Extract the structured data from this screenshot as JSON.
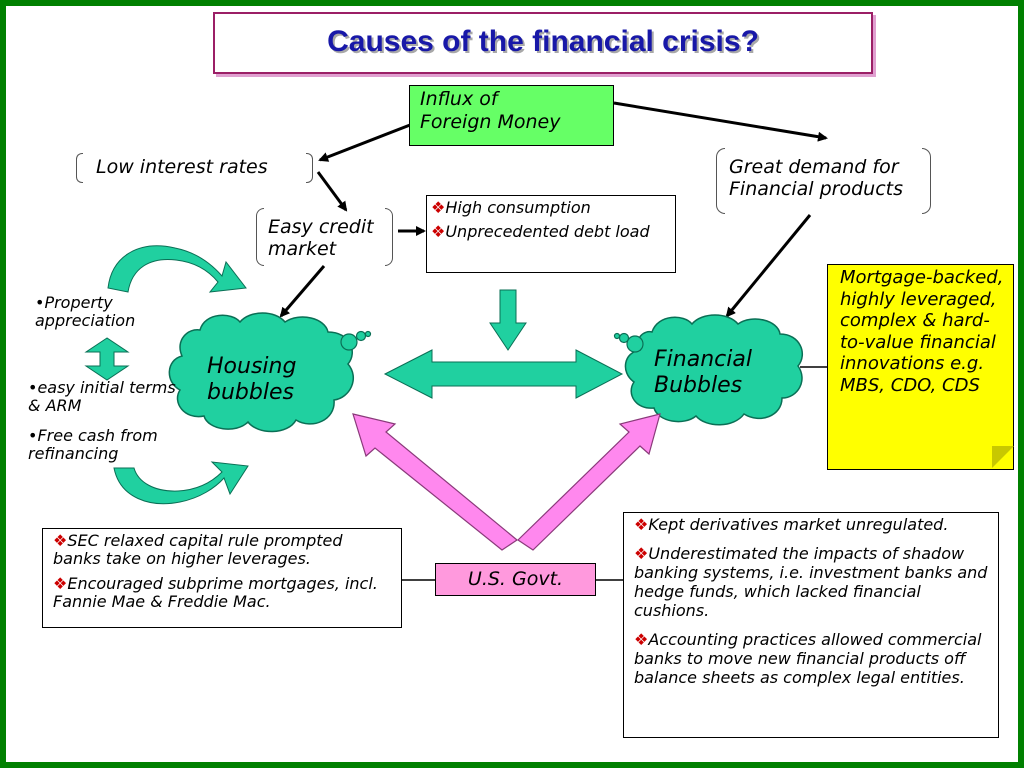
{
  "title": "Causes of the financial crisis?",
  "nodes": {
    "influx": {
      "line1": "Influx of",
      "line2": "Foreign Money"
    },
    "low_interest": "Low interest rates",
    "easy_credit": {
      "line1": "Easy credit",
      "line2": "market"
    },
    "great_demand": {
      "line1": "Great demand for",
      "line2": "Financial products"
    },
    "consumption": [
      "High consumption",
      "Unprecedented debt load"
    ],
    "housing": {
      "line1": "Housing",
      "line2": "bubbles"
    },
    "financial": {
      "line1": "Financial",
      "line2": "Bubbles"
    },
    "mortgage": "Mortgage-backed, highly leveraged, complex & hard-to-value financial innovations e.g. MBS, CDO, CDS",
    "property": {
      "line1": "•Property",
      "line2": "appreciation"
    },
    "housing_factors": [
      "•easy initial terms & ARM",
      "•Free cash from refinancing"
    ],
    "govt": "U.S. Govt.",
    "sec_items": [
      "SEC relaxed capital rule prompted banks take on higher leverages.",
      "Encouraged subprime mortgages, incl. Fannie Mae & Freddie Mac."
    ],
    "govt_right_items": [
      "Kept derivatives market unregulated.",
      "Underestimated the impacts of shadow banking systems, i.e. investment banks and hedge funds, which lacked financial cushions.",
      "Accounting practices allowed commercial banks to move new financial products off balance sheets as complex legal entities."
    ]
  },
  "bullet_symbol": "❖",
  "colors": {
    "frame": "#008000",
    "title": "#1818a8",
    "influx_fill": "#66ff66",
    "teal_shape": "#20d0a0",
    "magenta_arrow": "#ff88ee",
    "mortgage_fill": "#ffff00",
    "govt_fill": "#ff99dd"
  }
}
